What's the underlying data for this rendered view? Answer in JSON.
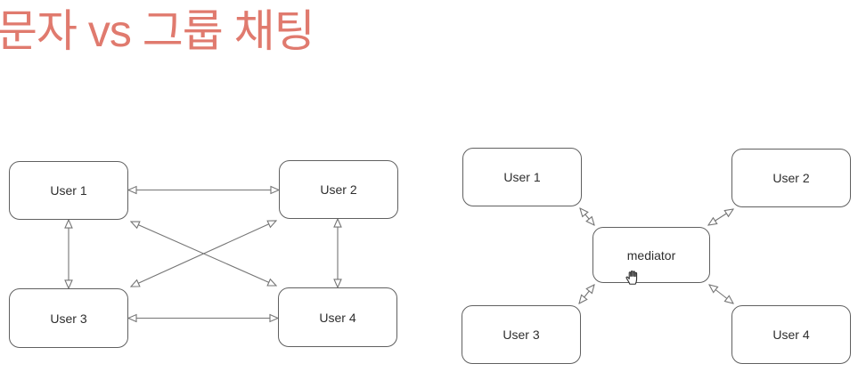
{
  "title": {
    "text": "문자 vs 그룹 채팅"
  },
  "colors": {
    "title": "#e07a6e",
    "node_border": "#606060",
    "edge": "#757575",
    "label": "#2e2e2e",
    "node_fill": "#ffffff"
  },
  "left_diagram": {
    "nodes": [
      {
        "label": "User 1"
      },
      {
        "label": "User 2"
      },
      {
        "label": "User 3"
      },
      {
        "label": "User 4"
      }
    ],
    "edges": [
      {
        "from": "User 1",
        "to": "User 2",
        "bidirectional": true
      },
      {
        "from": "User 3",
        "to": "User 4",
        "bidirectional": true
      },
      {
        "from": "User 1",
        "to": "User 3",
        "bidirectional": true
      },
      {
        "from": "User 2",
        "to": "User 4",
        "bidirectional": true
      },
      {
        "from": "User 1",
        "to": "User 4",
        "bidirectional": true
      },
      {
        "from": "User 2",
        "to": "User 3",
        "bidirectional": true
      }
    ],
    "arrow_style": "open-triangle-both-ends"
  },
  "right_diagram": {
    "mediator": {
      "label": "mediator"
    },
    "nodes": [
      {
        "label": "User 1"
      },
      {
        "label": "User 2"
      },
      {
        "label": "User 3"
      },
      {
        "label": "User 4"
      }
    ],
    "edges": [
      {
        "from": "User 1",
        "to": "mediator",
        "bidirectional": true
      },
      {
        "from": "User 2",
        "to": "mediator",
        "bidirectional": true
      },
      {
        "from": "User 3",
        "to": "mediator",
        "bidirectional": true
      },
      {
        "from": "User 4",
        "to": "mediator",
        "bidirectional": true
      }
    ],
    "arrow_style": "open-triangle-both-ends"
  },
  "cursor": {
    "type": "open-hand"
  }
}
